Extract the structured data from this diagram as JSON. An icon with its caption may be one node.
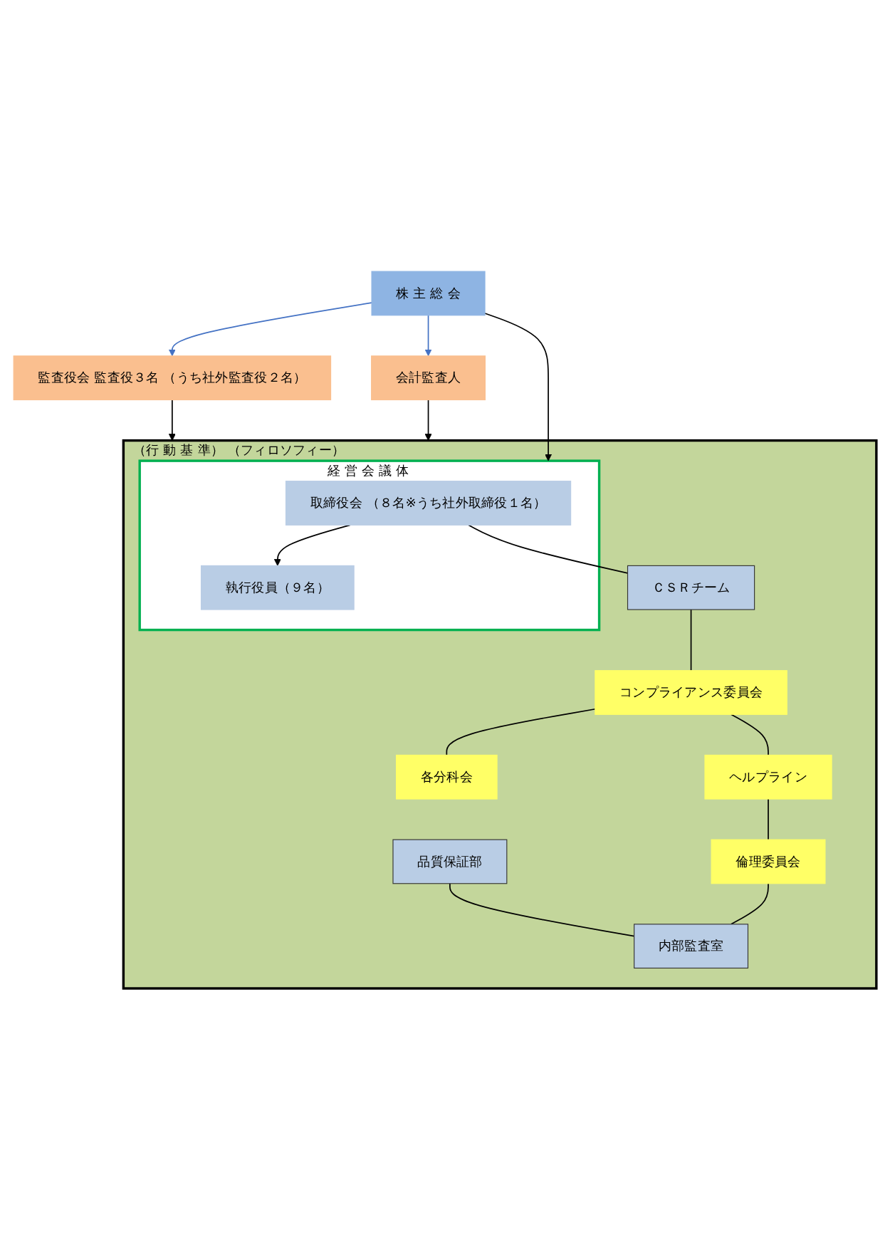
{
  "diagram": {
    "nodes": [
      {
        "text": [
          "株 主 総 会"
        ]
      },
      {
        "text": [
          "（行 動 基 準）",
          "（フィロソフィー）"
        ]
      },
      {
        "text": [
          "経 営 会 議 体"
        ],
        "in": 1
      },
      {
        "text": [
          "取締役会 （８名※うち社外取締役１名）"
        ],
        "in": 2
      },
      {
        "text": [
          "執行役員（９名）"
        ],
        "in": 2
      },
      {
        "text": [
          "品質保証部"
        ],
        "in": 1
      },
      {
        "text": [
          "ＣＳＲチーム"
        ],
        "in": 1
      },
      {
        "text": [
          "コンプライアンス委員会"
        ],
        "in": 1
      },
      {
        "text": [
          "各分科会"
        ],
        "in": 1
      },
      {
        "text": [
          "ヘルプライン"
        ],
        "in": 1
      },
      {
        "text": [
          "倫理委員会"
        ],
        "in": 1
      },
      {
        "text": [
          "内部監査室"
        ],
        "in": 1
      },
      {
        "text": [
          "監査役会 監査役３名 （うち社外監査役２名）"
        ]
      },
      {
        "text": [
          "会計監査人"
        ]
      }
    ],
    "edges": [
      {
        "from": 0,
        "to": 12,
        "arrow": "to",
        "color": "#4472c4"
      },
      {
        "from": 0,
        "to": 13,
        "arrow": "to",
        "color": "#4472c4"
      },
      {
        "from": 12,
        "to": 1,
        "arrow": "to"
      },
      {
        "from": 13,
        "to": 1,
        "arrow": "to"
      },
      {
        "from": 0,
        "to": 2,
        "arrow": "to"
      },
      {
        "from": 3,
        "to": 4,
        "arrow": "to"
      },
      {
        "from": 3,
        "to": 6,
        "arrow": "none"
      },
      {
        "from": 5,
        "to": 11,
        "arrow": "none"
      },
      {
        "from": 6,
        "to": 7,
        "arrow": "none"
      },
      {
        "from": 7,
        "to": 8,
        "arrow": "none"
      },
      {
        "from": 7,
        "to": 9,
        "arrow": "none"
      },
      {
        "from": 9,
        "to": 10,
        "arrow": "none"
      },
      {
        "from": 10,
        "to": 11,
        "arrow": "none"
      }
    ]
  }
}
